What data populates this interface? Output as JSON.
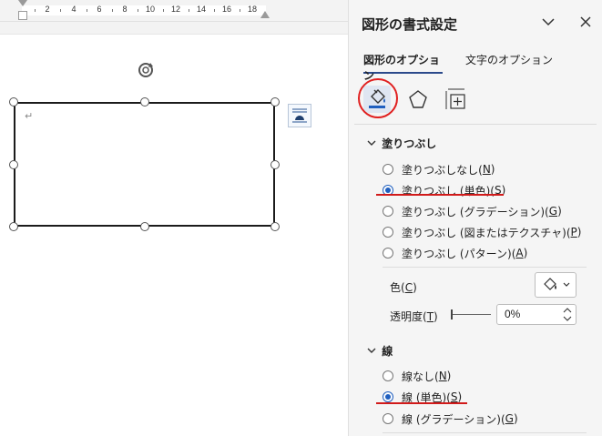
{
  "document": {
    "ruler_numbers": [
      "2",
      "4",
      "6",
      "8",
      "10",
      "12",
      "14",
      "16",
      "18"
    ],
    "paragraph_mark": "↵"
  },
  "pane": {
    "title": "図形の書式設定",
    "tabs": [
      {
        "label": "図形のオプション",
        "selected": true
      },
      {
        "label": "文字のオプション",
        "selected": false
      }
    ],
    "category_icons": [
      "fill-and-line-icon",
      "effects-pentagon-icon",
      "size-properties-icon"
    ],
    "fill_section": {
      "title": "塗りつぶし",
      "options": [
        {
          "text": "塗りつぶしなし(",
          "key": "N",
          "end": ")",
          "selected": false
        },
        {
          "text": "塗りつぶし (単色)(",
          "key": "S",
          "end": ")",
          "selected": true
        },
        {
          "text": "塗りつぶし (グラデーション)(",
          "key": "G",
          "end": ")",
          "selected": false
        },
        {
          "text": "塗りつぶし (図またはテクスチャ)(",
          "key": "P",
          "end": ")",
          "selected": false
        },
        {
          "text": "塗りつぶし (パターン)(",
          "key": "A",
          "end": ")",
          "selected": false
        }
      ],
      "color_label": "色(",
      "color_key": "C",
      "color_end": ")",
      "transparency_label": "透明度(",
      "transparency_key": "T",
      "transparency_end": ")",
      "transparency_value": "0%"
    },
    "line_section": {
      "title": "線",
      "options": [
        {
          "text": "線なし(",
          "key": "N",
          "end": ")",
          "selected": false
        },
        {
          "text": "線 (単色)(",
          "key": "S",
          "end": ")",
          "selected": true
        },
        {
          "text": "線 (グラデーション)(",
          "key": "G",
          "end": ")",
          "selected": false
        }
      ]
    }
  },
  "colors": {
    "accent": "#1f5fbf",
    "annotation_red": "#d11a1a",
    "tab_underline": "#2b4a8b"
  }
}
